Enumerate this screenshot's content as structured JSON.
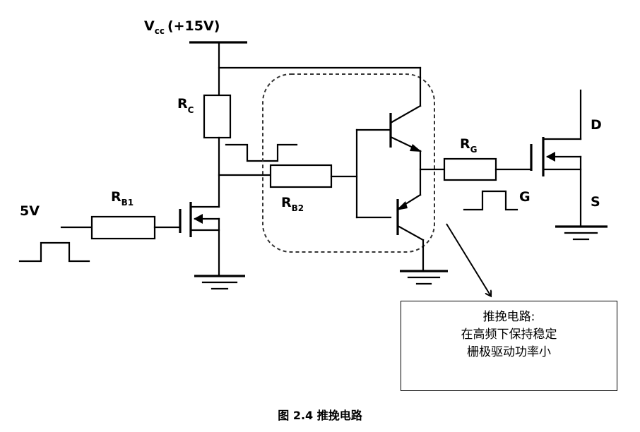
{
  "labels": {
    "vcc_main": "V",
    "vcc_sub": "cc",
    "vcc_value": "(+15V)",
    "rc_main": "R",
    "rc_sub": "C",
    "rb1_main": "R",
    "rb1_sub": "B1",
    "rb2_main": "R",
    "rb2_sub": "B2",
    "rg_main": "R",
    "rg_sub": "G",
    "input_voltage": "5V",
    "drain": "D",
    "source": "S",
    "gate": "G"
  },
  "note": {
    "line1": "推挽电路:",
    "line2": "在高频下保持稳定",
    "line3": "栅极驱动功率小"
  },
  "caption": "图 2.4  推挽电路"
}
